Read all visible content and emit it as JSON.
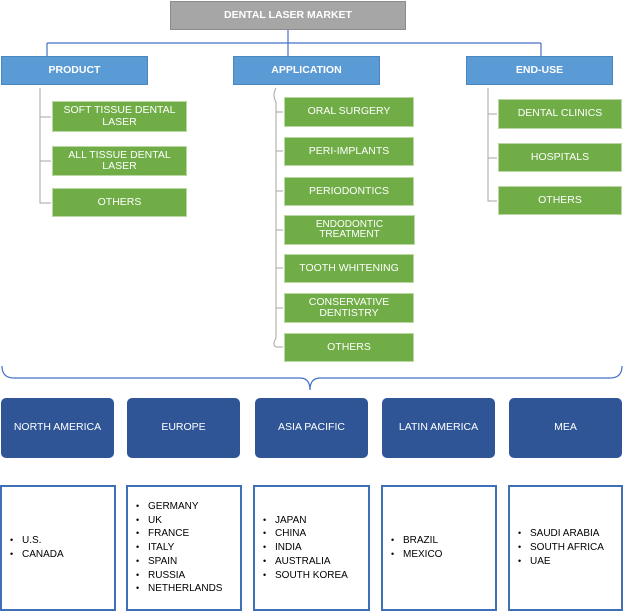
{
  "title": "DENTAL LASER MARKET",
  "categories": {
    "product": {
      "label": "PRODUCT",
      "items": [
        "SOFT TISSUE DENTAL LASER",
        "ALL TISSUE DENTAL LASER",
        "OTHERS"
      ]
    },
    "application": {
      "label": "APPLICATION",
      "items": [
        "ORAL SURGERY",
        "PERI-IMPLANTS",
        "PERIODONTICS",
        "ENDODONTIC TREATMENT",
        "TOOTH WHITENING",
        "CONSERVATIVE DENTISTRY",
        "OTHERS"
      ]
    },
    "end_use": {
      "label": "END-USE",
      "items": [
        "DENTAL CLINICS",
        "HOSPITALS",
        "OTHERS"
      ]
    }
  },
  "regions": [
    {
      "label": "NORTH AMERICA",
      "countries": [
        "U.S.",
        "CANADA"
      ]
    },
    {
      "label": "EUROPE",
      "countries": [
        "GERMANY",
        "UK",
        "FRANCE",
        "ITALY",
        "SPAIN",
        "RUSSIA",
        "NETHERLANDS"
      ]
    },
    {
      "label": "ASIA PACIFIC",
      "countries": [
        "JAPAN",
        "CHINA",
        "INDIA",
        "AUSTRALIA",
        "SOUTH KOREA"
      ]
    },
    {
      "label": "LATIN AMERICA",
      "countries": [
        "BRAZIL",
        "MEXICO"
      ]
    },
    {
      "label": "MEA",
      "countries": [
        "SAUDI ARABIA",
        "SOUTH AFRICA",
        "UAE"
      ]
    }
  ],
  "colors": {
    "title_fill": "#a6a6a6",
    "category_fill": "#5b9bd5",
    "item_fill": "#70ad47",
    "region_fill": "#2f5597",
    "country_border": "#3f6fb5",
    "connector": "#4472c4"
  }
}
